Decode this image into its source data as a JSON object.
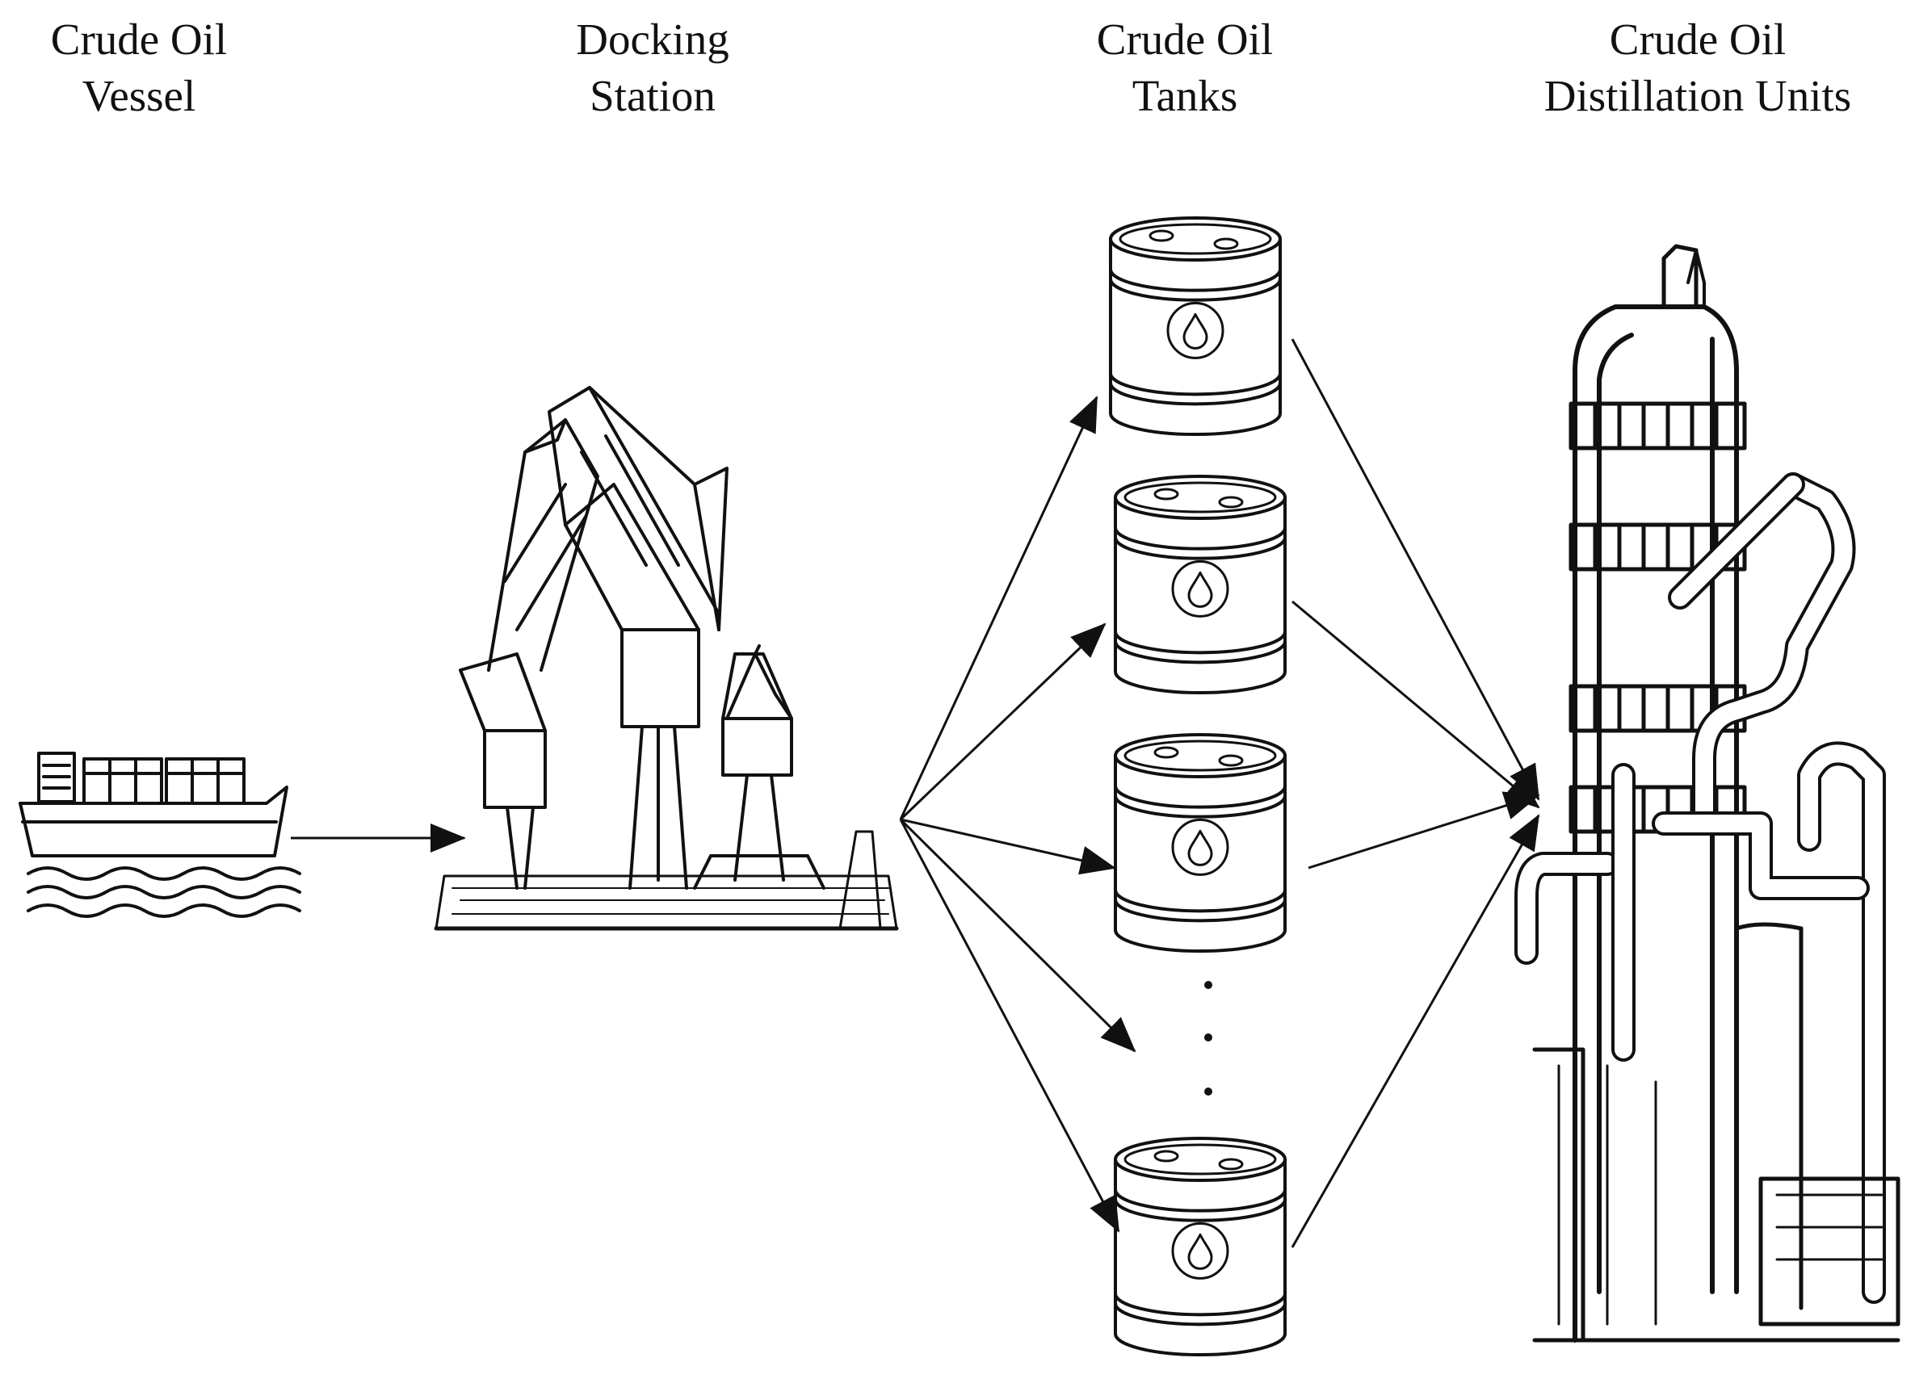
{
  "nodes": [
    {
      "id": "vessel",
      "line1": "Crude Oil",
      "line2": "Vessel",
      "icon": "cargo-ship-icon"
    },
    {
      "id": "dock",
      "line1": "Docking",
      "line2": "Station",
      "icon": "harbor-crane-icon"
    },
    {
      "id": "tanks",
      "line1": "Crude Oil",
      "line2": "Tanks",
      "icon": "oil-barrel-icon"
    },
    {
      "id": "cdu",
      "line1": "Crude Oil",
      "line2": "Distillation Units",
      "icon": "distillation-tower-icon"
    }
  ],
  "ellipsis": "·  ·  ·",
  "colors": {
    "ink": "#111111",
    "background": "#ffffff"
  }
}
